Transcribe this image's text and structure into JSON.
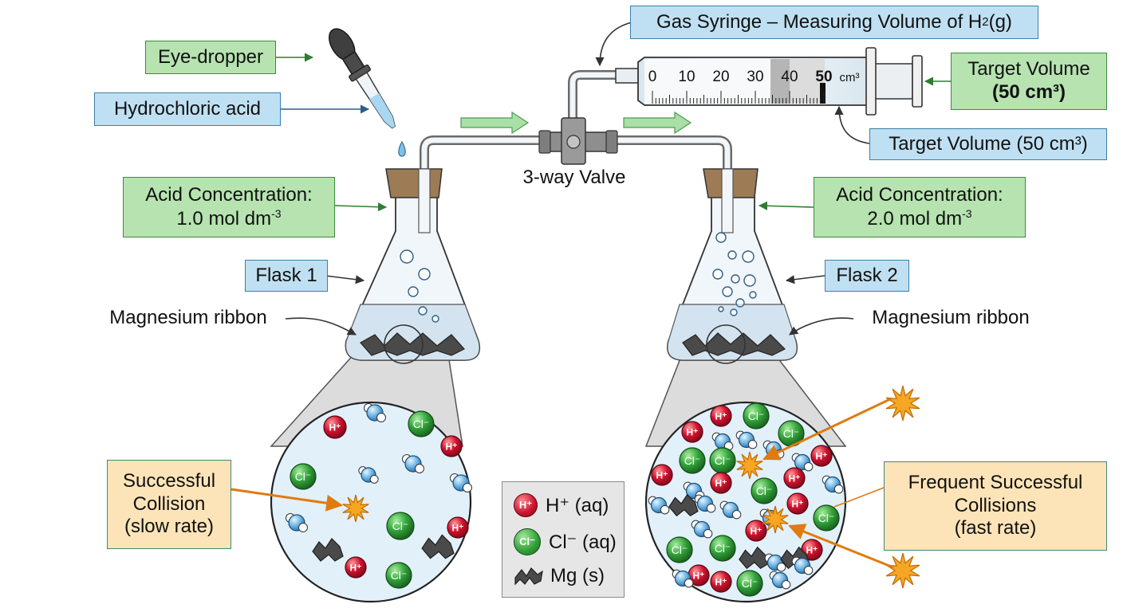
{
  "labels": {
    "eye_dropper": "Eye-dropper",
    "hcl": "Hydrochloric acid",
    "syringe_title_pre": "Gas Syringe – Measuring Volume of H",
    "syringe_title_sub": "2",
    "syringe_title_post": "(g)",
    "target_volume_green_line1": "Target Volume",
    "target_volume_green_line2": "(50 cm³)",
    "target_volume_blue": "Target Volume (50 cm³)",
    "valve": "3-way Valve",
    "acid_conc_1_line1": "Acid Concentration:",
    "acid_conc_1_line2": "1.0 mol dm",
    "acid_conc_1_exp": "-3",
    "acid_conc_2_line1": "Acid Concentration:",
    "acid_conc_2_line2": "2.0 mol dm",
    "acid_conc_2_exp": "-3",
    "flask1": "Flask 1",
    "flask2": "Flask 2",
    "mg_ribbon_left": "Magnesium ribbon",
    "mg_ribbon_right": "Magnesium ribbon",
    "collision_slow_line1": "Successful",
    "collision_slow_line2": "Collision",
    "collision_slow_line3": "(slow rate)",
    "collision_fast_line1": "Frequent Successful",
    "collision_fast_line2": "Collisions",
    "collision_fast_line3": "(fast rate)"
  },
  "syringe_scale": {
    "ticks": [
      "0",
      "10",
      "20",
      "30",
      "40",
      "50"
    ],
    "unit": "cm³",
    "target_value": 50
  },
  "legend": {
    "h_ion_symbol": "H⁺",
    "h_label": "H⁺ (aq)",
    "cl_ion_symbol": "Cl⁻",
    "cl_label": "Cl⁻ (aq)",
    "mg_label": "Mg (s)"
  },
  "ion_symbols": {
    "h": "H⁺",
    "cl": "Cl⁻"
  },
  "colors": {
    "green_box": "#b6e3b0",
    "blue_box": "#bfe0f2",
    "orange_box": "#fde4b8",
    "h_ion": "#c8102e",
    "cl_ion": "#2f9e36",
    "water": "#5aa8e0",
    "flask_liquid": "#dcebf5",
    "stopper": "#9c7b55",
    "arrow_fill": "#a8e0a8",
    "spark": "#f5a623"
  }
}
